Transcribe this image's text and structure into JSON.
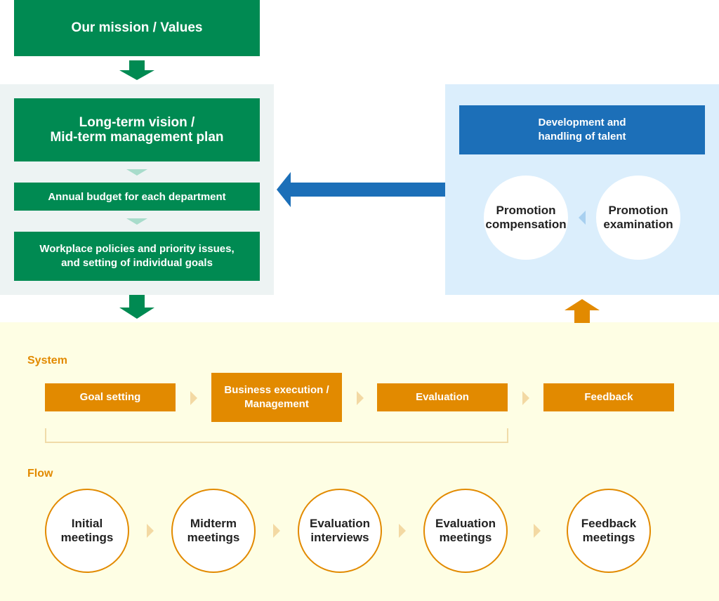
{
  "colors": {
    "green": "#008a52",
    "light_green_arrow": "#a8dccb",
    "blue": "#1c6fb8",
    "light_blue_bg": "#dbeefc",
    "orange": "#e28a00",
    "pale_orange_arrow": "#f3d9a3",
    "pale_yellow_bg": "#fefee4",
    "light_gray_bg": "#edf3f3"
  },
  "mission": {
    "label": "Our mission / Values"
  },
  "plan": {
    "vision_label": "Long-term vision /\nMid-term management plan",
    "budget_label": "Annual budget for each department",
    "goals_label": "Workplace policies and priority issues,\nand setting of individual goals"
  },
  "talent": {
    "title": "Development and\nhandling of talent",
    "compensation": "Promotion\ncompensation",
    "examination": "Promotion\nexamination"
  },
  "system": {
    "label": "System",
    "steps": [
      "Goal setting",
      "Business execution /\nManagement",
      "Evaluation",
      "Feedback"
    ]
  },
  "flow": {
    "label": "Flow",
    "steps": [
      "Initial\nmeetings",
      "Midterm\nmeetings",
      "Evaluation\ninterviews",
      "Evaluation\nmeetings",
      "Feedback\nmeetings"
    ]
  }
}
